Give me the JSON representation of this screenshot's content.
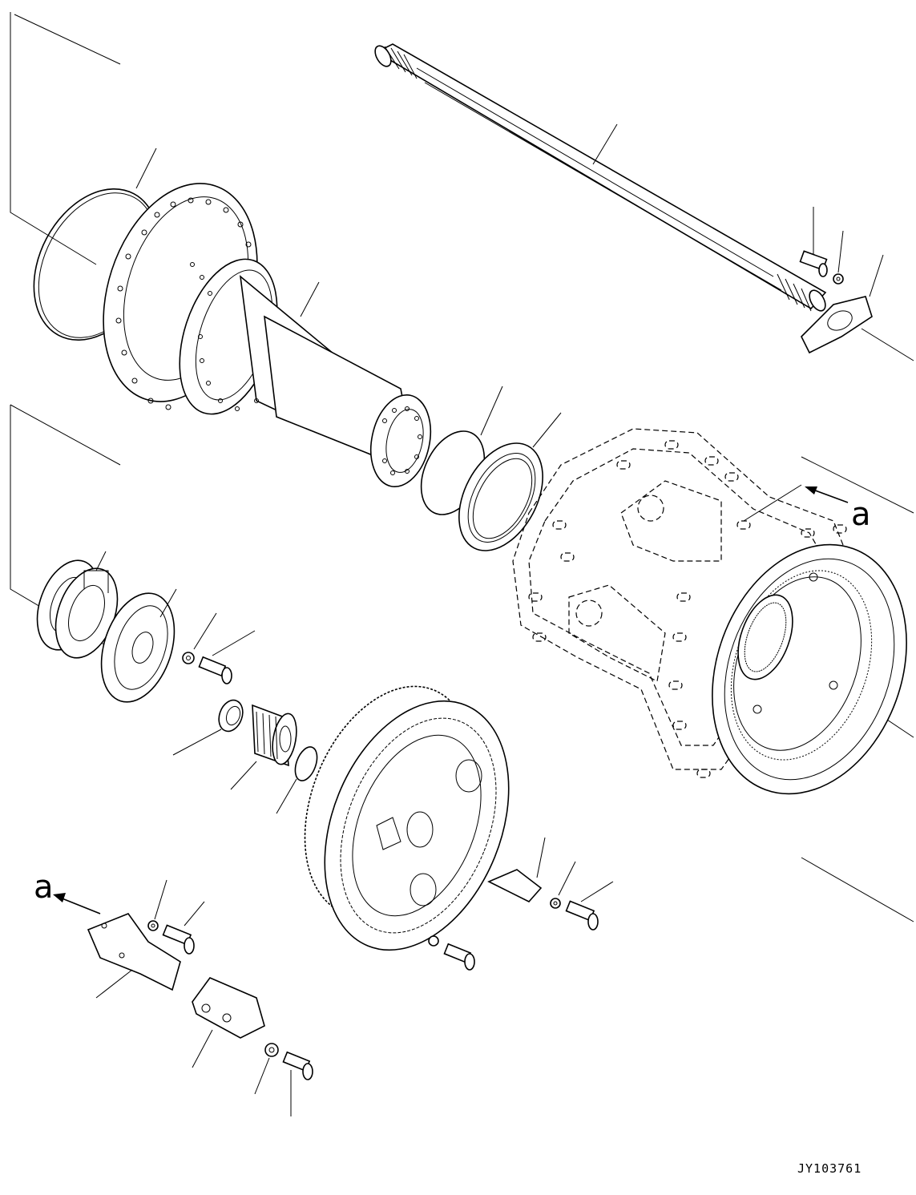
{
  "diagram": {
    "view_labels": {
      "top_right": "a",
      "bottom_left": "a"
    },
    "drawing_code": "JY103761",
    "parts": [
      "axle-shaft",
      "shaft-bolt",
      "shaft-washer",
      "retainer-plate",
      "o-ring-large",
      "wheel-hub",
      "snap-ring",
      "oil-seal",
      "shim-pack",
      "retainer-disc",
      "washer-small",
      "bolt-small",
      "lock-nut",
      "sun-gear",
      "snap-ring-small",
      "planetary-carrier",
      "lock-plate",
      "carrier-washer",
      "carrier-bolt",
      "lock-bracket-a",
      "lock-washer-a",
      "lock-bolt-a",
      "lock-bracket-b",
      "lock-washer-b",
      "lock-bolt-b",
      "final-drive-housing",
      "ring-gear"
    ]
  }
}
